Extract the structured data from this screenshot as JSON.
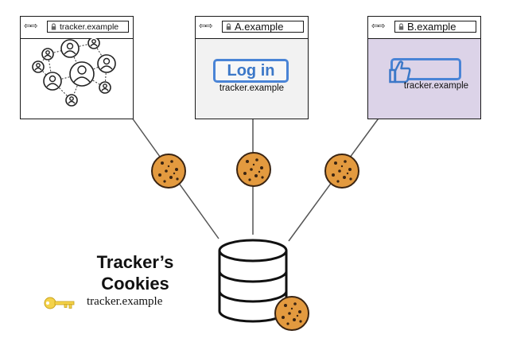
{
  "windows": [
    {
      "id": "tracker",
      "nav": "⇦⇨",
      "url": "tracker.example"
    },
    {
      "id": "site-a",
      "nav": "⇦⇨",
      "url": "A.example",
      "button_label": "Log in",
      "caption": "tracker.example"
    },
    {
      "id": "site-b",
      "nav": "⇦⇨",
      "url": "B.example",
      "caption": "tracker.example"
    }
  ],
  "store": {
    "title_line1": "Tracker’s",
    "title_line2": "Cookies",
    "key_label": "tracker.example"
  },
  "colors": {
    "accent_blue": "#4a84d6",
    "cookie": "#e39a3f",
    "window_mid_bg": "#f2f2f2",
    "window_right_bg": "#dcd3e8",
    "key_yellow": "#f4d24a"
  },
  "icons": [
    "lock-icon",
    "people-network-icon",
    "thumbs-up-icon",
    "cookie-icon",
    "database-icon",
    "key-icon"
  ]
}
